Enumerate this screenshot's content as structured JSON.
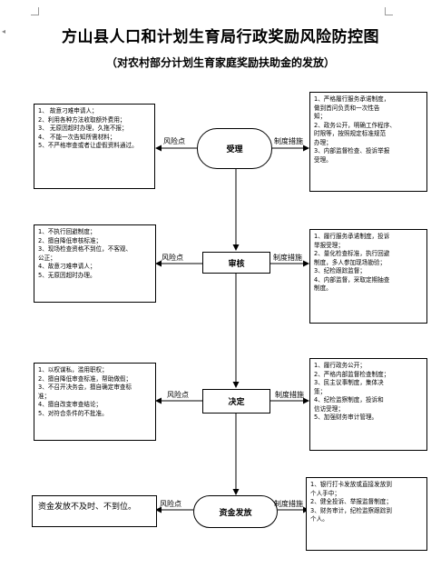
{
  "document": {
    "title": "方山县人口和计划生育局行政奖励风险防控图",
    "subtitle": "（对农村部分计划生育家庭奖励扶助金的发放）"
  },
  "stages": [
    {
      "name": "受理",
      "risk_label": "风险点",
      "control_label": "制度措施",
      "risks": [
        "1、   故意刁难申请人；",
        "2、利用各种方法收取额外费用；",
        "3、   无原因超时办理，久拖不报；",
        "4、   不能一次告知所需材料；",
        "5、不严格审查或者让虚假资料通过。"
      ],
      "controls": [
        "1、严格履行服务承诺制度，",
        "做到首问负责和一次性告",
        "知；",
        "2、政务公开，明确工作程序、",
        "时限等，按照规定标准规范",
        "办理；",
        "3、内部监督检查、投诉举报",
        "受理。"
      ]
    },
    {
      "name": "审核",
      "risk_label": "风险点",
      "control_label": "制度措施",
      "risks": [
        "1、不执行回避制度；",
        "2、擅自降低审核标准；",
        "3、现场检查资格不到位，不客观、",
        "公正；",
        "4、故意刁难申请人；",
        "5、无原因超时办理。"
      ],
      "controls": [
        "1、履行服务承诺制度，投诉",
        "举报受理；",
        "2、量化检查标准，执行回避",
        "制度，多人参加现场勘验；",
        "3、纪检跟踪监督；",
        "4、内部监督，采取定期抽查",
        "制度。"
      ]
    },
    {
      "name": "决定",
      "risk_label": "风险点",
      "control_label": "制度措施",
      "risks": [
        "1、以权谋私，滥用职权；",
        "2、擅自降低审查标准，帮助做假；",
        "3、不召开决务会，擅自确定审查标",
        "准；",
        "4、擅自改变审查结论；",
        "5、对符合条件的不批准。"
      ],
      "controls": [
        "1、履行政务公开；",
        "2、严格内部监督检查制度；",
        "3、民主议事制度，集体决",
        "策；",
        "4、纪检监察制度，投诉和",
        "信访受理；",
        "5、加强财务审计管理。"
      ]
    },
    {
      "name": "资金发放",
      "risk_label": "风险点",
      "control_label": "制度措施",
      "risks": [
        "资金发放不及时、不到位。"
      ],
      "controls": [
        "1、银行打卡发放或直接发放到",
        "个人手中；",
        "2、健全投诉、举报监督制度；",
        "3、财务审计，纪检监察跟踪到",
        "个人。"
      ]
    }
  ]
}
